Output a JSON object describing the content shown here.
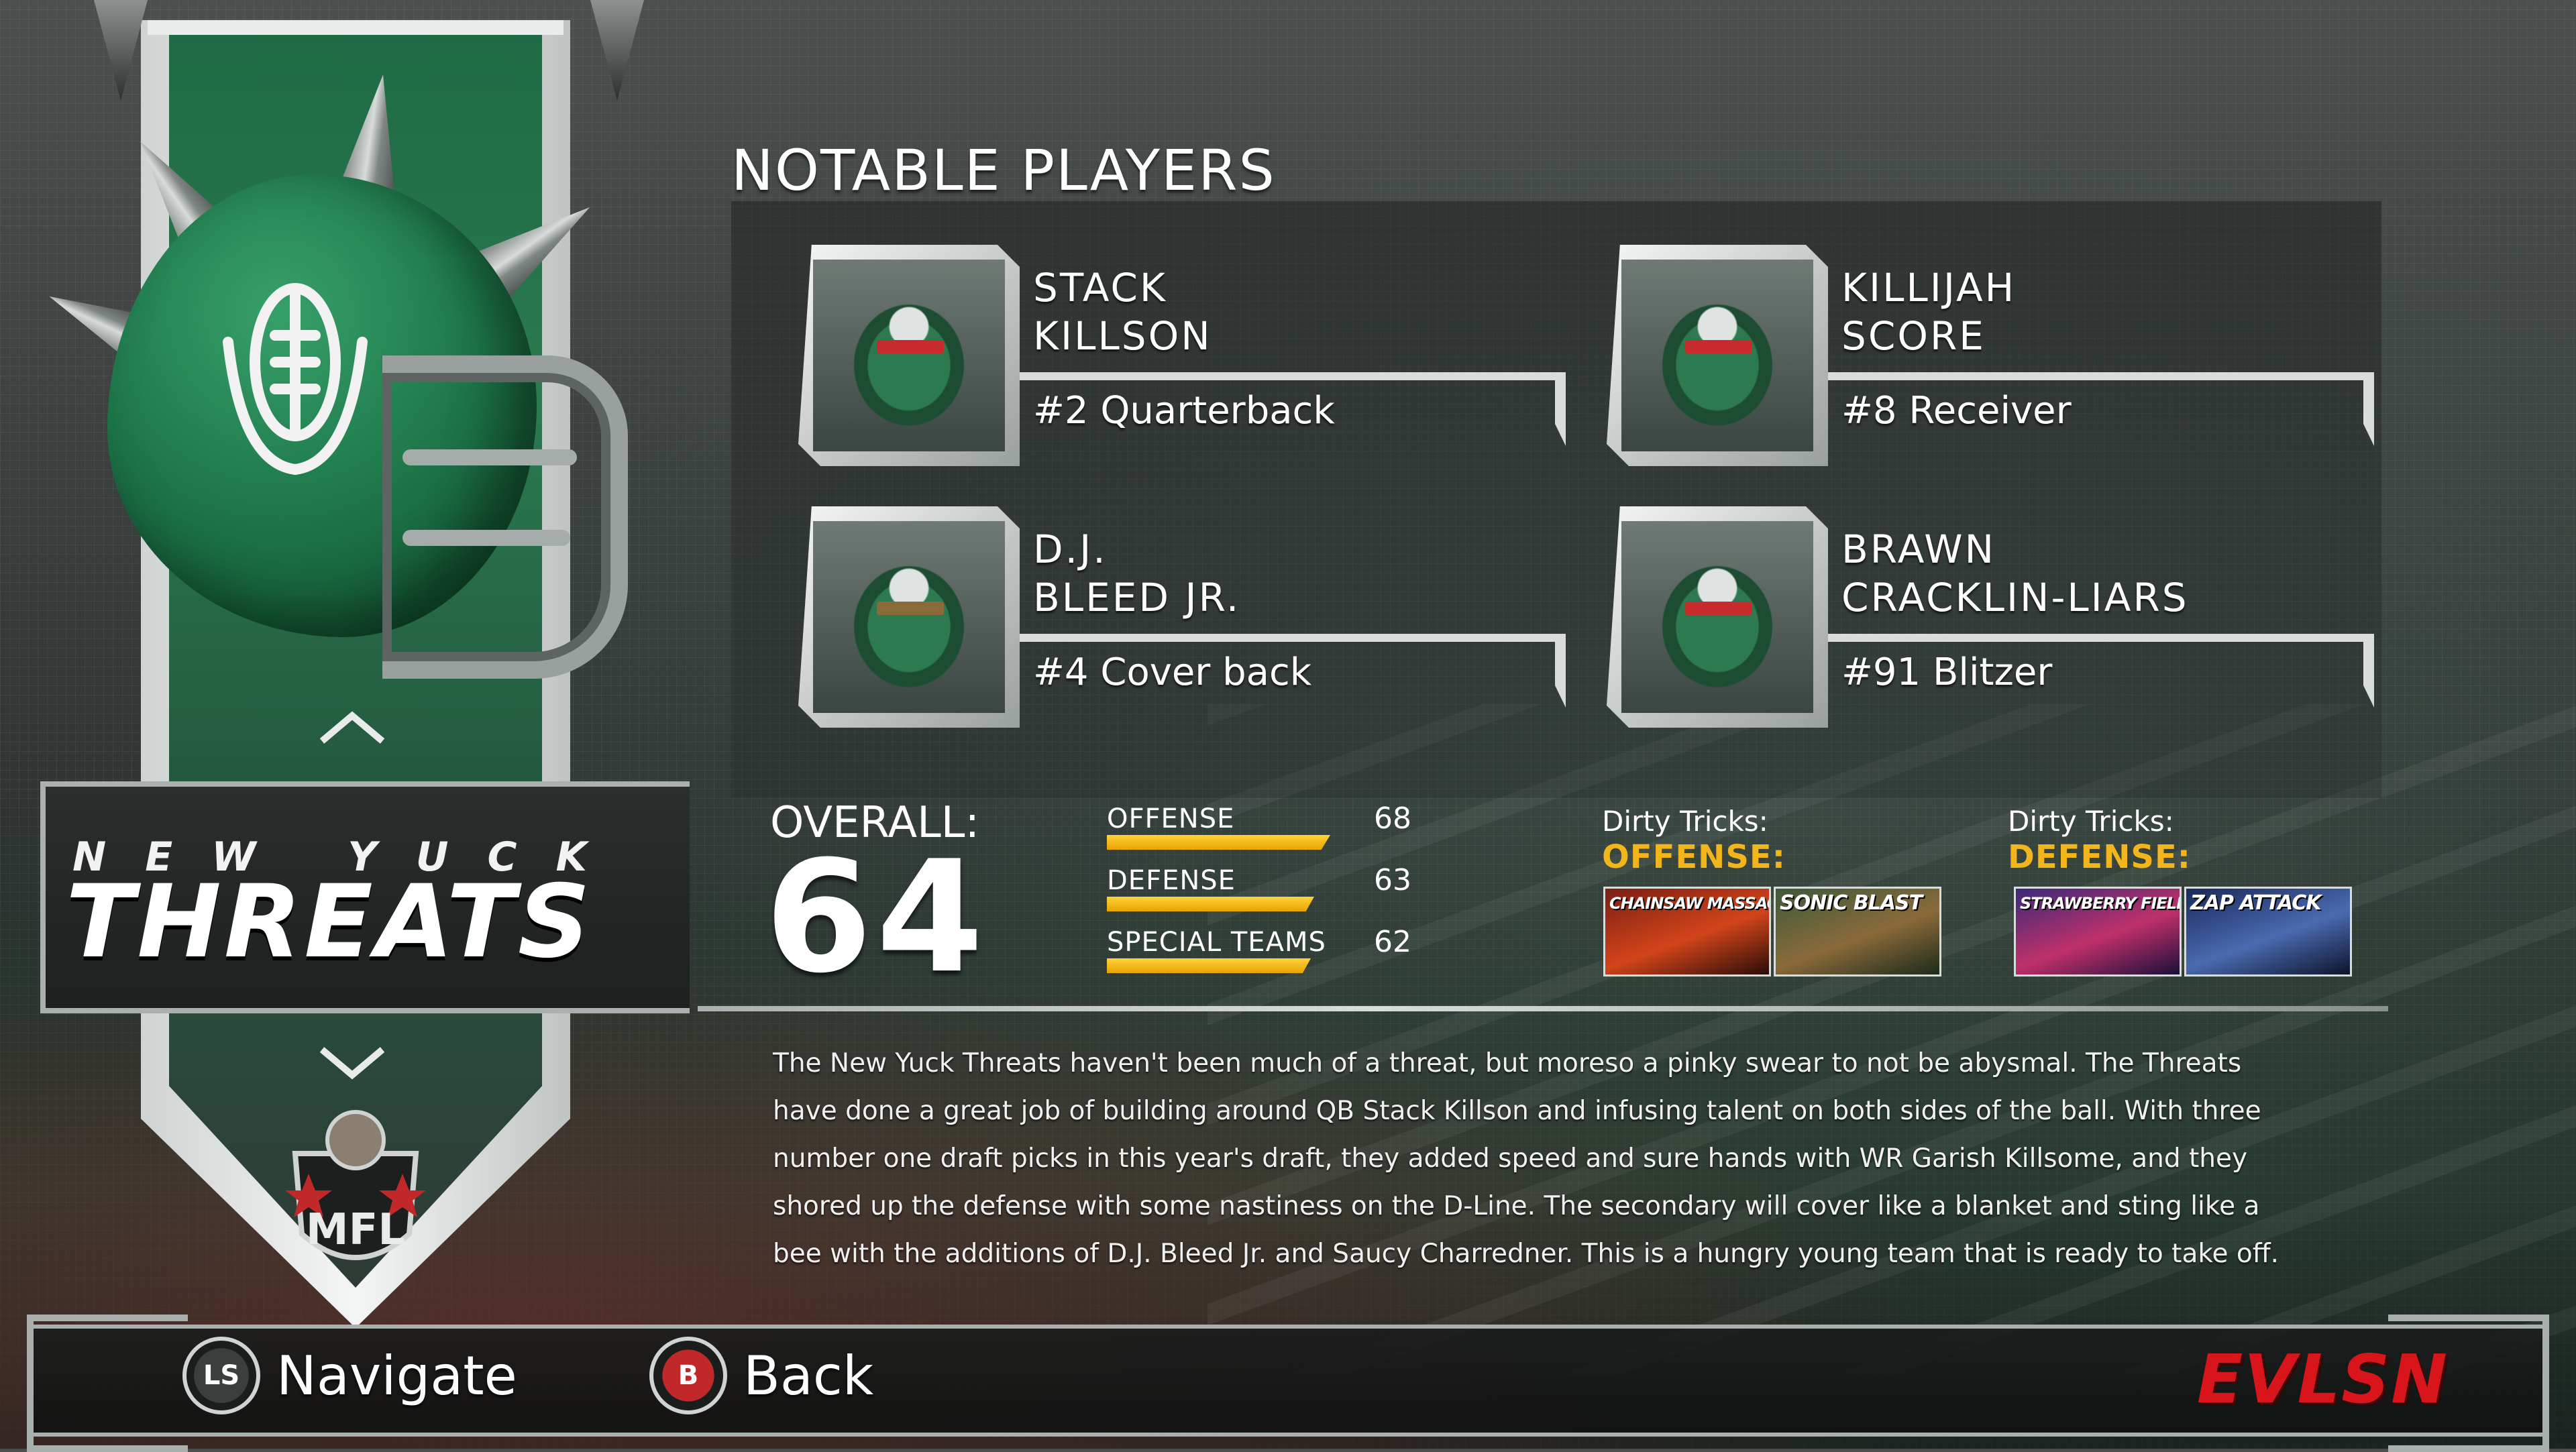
{
  "section_title": "NOTABLE PLAYERS",
  "team": {
    "prefix": "NEW YUCK",
    "name": "THREATS"
  },
  "league_logo_text": "MFL",
  "players": [
    {
      "first": "STACK",
      "last": "KILLSON",
      "position": "#2 Quarterback"
    },
    {
      "first": "KILLIJAH",
      "last": "SCORE",
      "position": "#8 Receiver"
    },
    {
      "first": "D.J.",
      "last": "BLEED JR.",
      "position": "#4 Cover back"
    },
    {
      "first": "BRAWN",
      "last": "CRACKLIN-LIARS",
      "position": "#91 Blitzer"
    }
  ],
  "overall": {
    "label": "OVERALL:",
    "value": "64"
  },
  "ratings": [
    {
      "label": "OFFENSE",
      "value": 68
    },
    {
      "label": "DEFENSE",
      "value": 63
    },
    {
      "label": "SPECIAL TEAMS",
      "value": 62
    }
  ],
  "dirty_tricks": {
    "caption": "Dirty Tricks:",
    "offense_label": "OFFENSE:",
    "defense_label": "DEFENSE:",
    "offense_cards": [
      "CHAINSAW MASSACRE",
      "SONIC BLAST"
    ],
    "defense_cards": [
      "STRAWBERRY FIELDS",
      "ZAP ATTACK"
    ]
  },
  "description": "The New Yuck Threats haven't been much of a threat, but moreso a pinky swear to not be abysmal. The Threats have done a great job of building around QB Stack Killson and infusing talent on both sides of the ball. With three number one draft picks in this year's draft, they added speed and sure hands with WR Garish Killsome, and they shored up the defense with some nastiness on the D-Line. The secondary will cover like a blanket and sting like a bee with the additions of D.J. Bleed Jr. and Saucy Charredner. This is a hungry young team that is ready to take off.",
  "controls": {
    "navigate_key": "LS",
    "navigate_label": "Navigate",
    "back_key": "B",
    "back_label": "Back"
  },
  "brand": "EVLSN",
  "colors": {
    "team_green": "#1f7a4c",
    "accent_gold": "#f3b51c",
    "brand_red": "#d9151c"
  }
}
